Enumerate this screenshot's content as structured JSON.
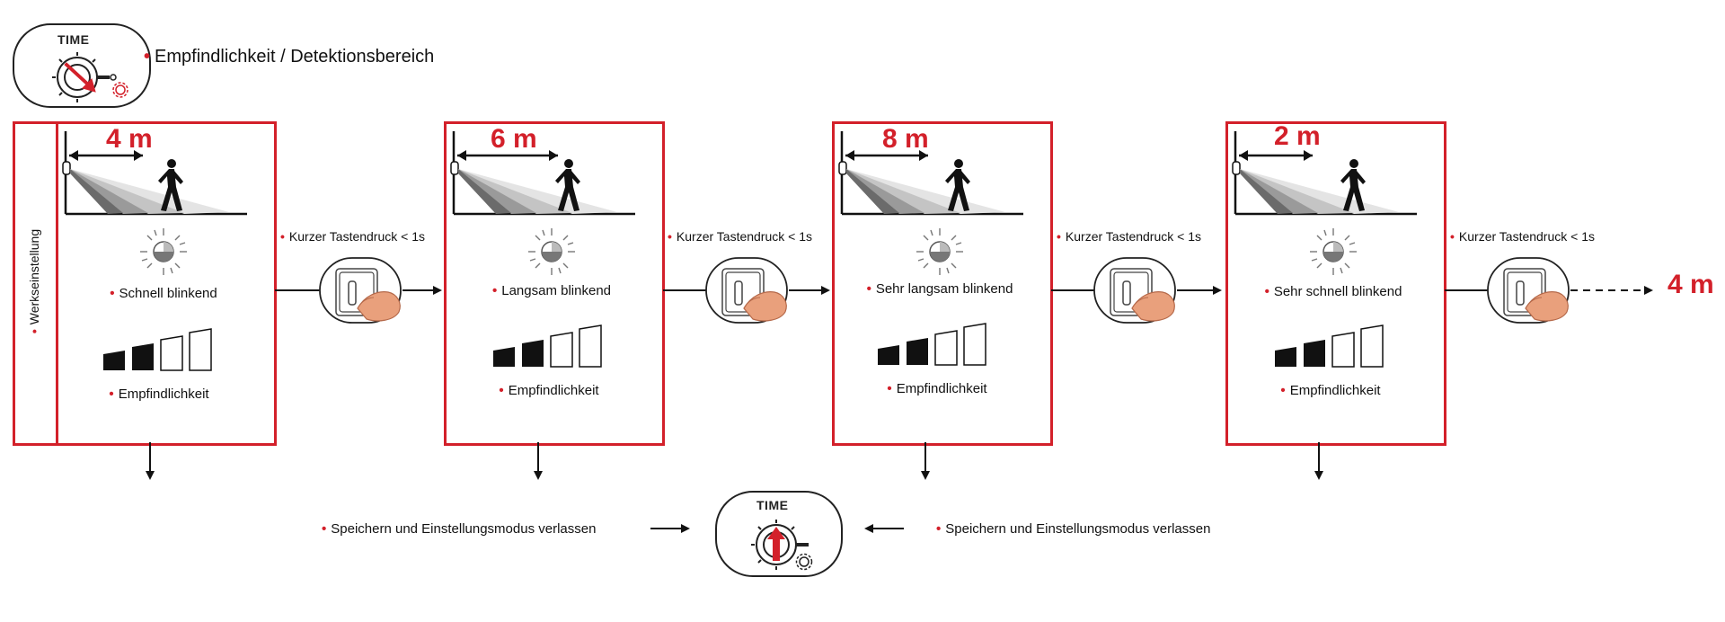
{
  "header": {
    "label": "Empfindlichkeit / Detektionsbereich",
    "knob_text": "TIME"
  },
  "factory_label": "Werkseinstellung",
  "panels": [
    {
      "distance": "4 m",
      "blink": "Schnell blinkend",
      "sensitivity": "Empfindlichkeit"
    },
    {
      "distance": "6 m",
      "blink": "Langsam blinkend",
      "sensitivity": "Empfindlichkeit"
    },
    {
      "distance": "8 m",
      "blink": "Sehr langsam blinkend",
      "sensitivity": "Empfindlichkeit"
    },
    {
      "distance": "2 m",
      "blink": "Sehr schnell blinkend",
      "sensitivity": "Empfindlichkeit"
    }
  ],
  "press_label": "Kurzer Tastendruck < 1s",
  "final_distance": "4 m",
  "footer": {
    "save_left": "Speichern und Einstellungsmodus verlassen",
    "save_right": "Speichern und Einstellungsmodus verlassen",
    "knob_text": "TIME"
  },
  "colors": {
    "accent": "#d3202a",
    "ink": "#111111"
  },
  "icons": [
    "time-knob-icon",
    "sensor-range-icon",
    "walking-person-icon",
    "blinking-led-icon",
    "signal-bars-icon",
    "finger-press-button-icon",
    "gear-icon"
  ]
}
